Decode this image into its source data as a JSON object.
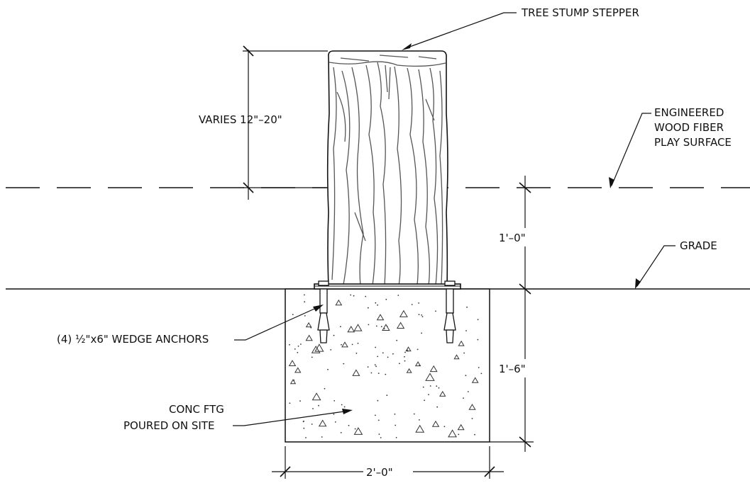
{
  "labels": {
    "tree_stump_stepper": "TREE STUMP STEPPER",
    "surface_line1": "ENGINEERED",
    "surface_line2": "WOOD FIBER",
    "surface_line3": "PLAY SURFACE",
    "grade": "GRADE",
    "varies": "VARIES 12\"–20\"",
    "one_foot": "1'–0\"",
    "one_six": "1'–6\"",
    "two_foot": "2'–0\"",
    "wedge_anchors": "(4) ½\"x6\" WEDGE ANCHORS",
    "conc_line1": "CONC FTG",
    "conc_line2": "POURED ON SITE"
  }
}
